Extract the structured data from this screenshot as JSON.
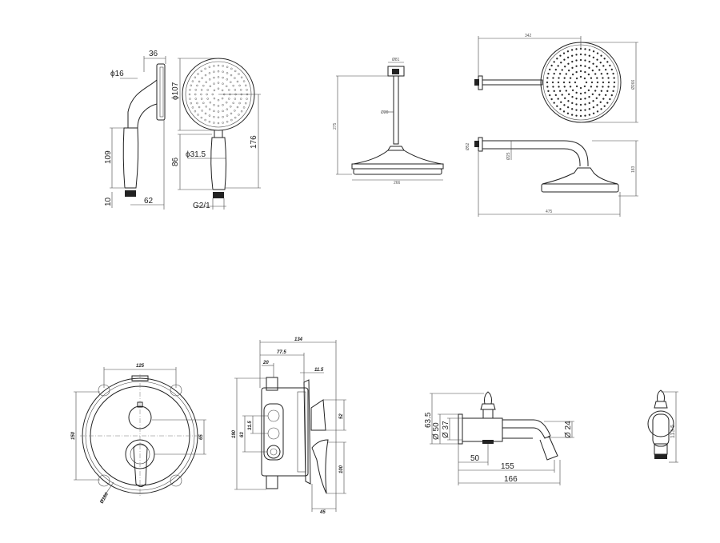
{
  "hand_shower": {
    "side": {
      "d36": "36",
      "d16": "ϕ16",
      "d109": "109",
      "d10": "10",
      "d62": "62"
    },
    "front": {
      "d107": "ϕ107",
      "d176": "176",
      "d86": "86",
      "d31": "ϕ31.5",
      "thread": "G2/1"
    }
  },
  "ceiling_shower": {
    "d81": "Ø81",
    "d20": "Ø20",
    "d275": "275",
    "d266": "266"
  },
  "wall_shower": {
    "d342": "342",
    "d266": "Ø266",
    "d52": "Ø52",
    "d25": "Ø25",
    "d183": "183",
    "d475": "475"
  },
  "mixer_front": {
    "d125": "125",
    "d150": "150",
    "d65": "65",
    "d_dia": "Ø160"
  },
  "mixer_side": {
    "d134": "134",
    "d77": "77.5",
    "d20": "20",
    "d11": "11.5",
    "d190": "190",
    "d63": "63",
    "d31": "31.5",
    "d52": "52",
    "d100": "100",
    "d45": "45"
  },
  "spout": {
    "d63": "63.5",
    "d50dia": "Ø 50",
    "d37": "Ø 37",
    "d24": "Ø 24",
    "d50": "50",
    "d155": "155",
    "d166": "166",
    "d113": "113.5"
  }
}
